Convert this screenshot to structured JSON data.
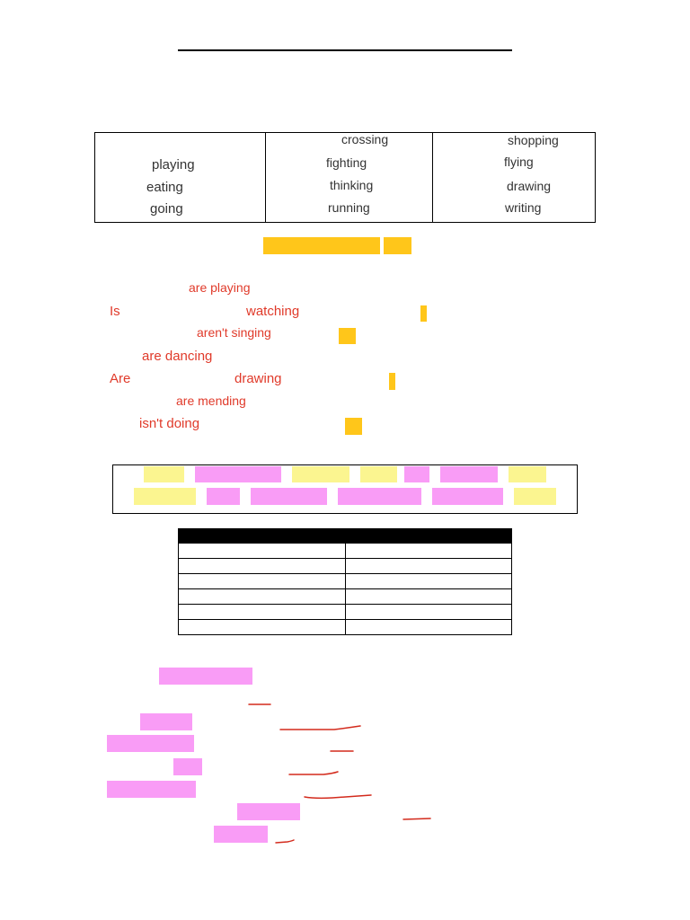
{
  "word_table": {
    "column_1": [
      "playing",
      "eating",
      "going"
    ],
    "column_2": [
      "crossing",
      "fighting",
      "thinking",
      "running"
    ],
    "column_3": [
      "shopping",
      "flying",
      "drawing",
      "writing"
    ]
  },
  "sentences": {
    "s1": "are playing",
    "s2_start": "Is",
    "s2_verb": "watching",
    "s3": "aren't singing",
    "s4": "are dancing",
    "s5_start": "Are",
    "s5_verb": "drawing",
    "s6": "are mending",
    "s7": "isn't doing"
  },
  "colors": {
    "orange_highlight": "#ffc61a",
    "yellow_highlight": "#fbf590",
    "pink_highlight": "#f99cf6",
    "red_text": "#e03a2a"
  }
}
